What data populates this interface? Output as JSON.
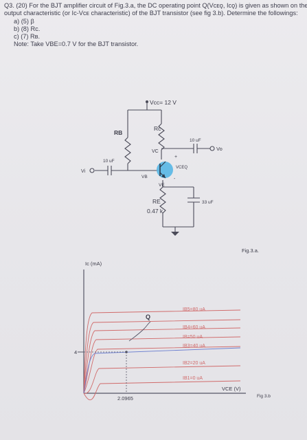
{
  "question": {
    "line1": "Q3. (20) For the BJT amplifier circuit of Fig.3.a, the DC operating point Q(Vcᴇǫ, Icǫ) is given as shown on the",
    "line2": "output characteristic (or Ic-Vᴄᴇ characteristic) of the BJT transistor (see fig 3.b). Determine the followings:",
    "items": [
      "a)  (5) β",
      "b)  (8) Rc.",
      "c)  (7) Rʙ."
    ],
    "note": "Note: Take VBE=0.7 V for the BJT transistor."
  },
  "circuit": {
    "vcc": "Vcc= 12 V",
    "rb": "RB",
    "rc": "Rc",
    "vc": "VC",
    "cap_in": "10 uF",
    "cap_out": "10 uF",
    "vi": "Vi",
    "vo": "Vo",
    "vb": "VB",
    "ve": "VE",
    "vceq": "VCEQ",
    "re": "RE",
    "re_val": "0.47 k",
    "ce": "33 uF",
    "fig_label": "Fig.3.a.",
    "plus_sign": "+",
    "minus_sign": "-"
  },
  "graph": {
    "ylabel": "Ic (mA)",
    "xlabel": "VCE (V)",
    "q_label": "Q",
    "y_tick": "4",
    "x_tick": "2.0965",
    "fig_label": "Fig 3.b",
    "curves": [
      "IB5=80 uA",
      "IB4=60 uA",
      "IB=50 uA",
      "IB3=40 uA",
      "IB2=20 uA",
      "IB1=0 uA"
    ],
    "colors": {
      "curve": "#d06a6a",
      "axis": "#555566",
      "transistor": "#58b7e6"
    }
  }
}
